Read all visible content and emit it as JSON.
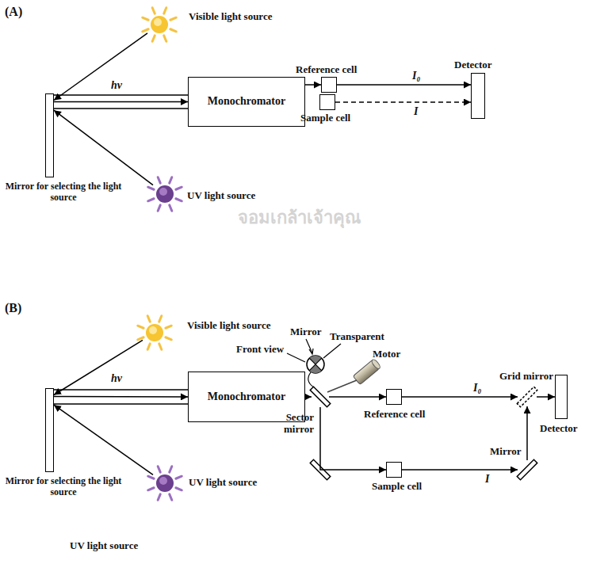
{
  "diagram": {
    "nodes": [
      {
        "text": [
          "Visible light source"
        ]
      },
      {
        "text": [
          "Mirror for selecting the light source"
        ]
      },
      {
        "text": [
          "UV light source"
        ]
      },
      {
        "text": [
          "Monochromator"
        ]
      },
      {
        "text": [
          "Reference cell"
        ]
      },
      {
        "text": [
          "Sample cell"
        ]
      },
      {
        "text": [
          "Detector"
        ]
      },
      {
        "text": [
          "Visible light source"
        ]
      },
      {
        "text": [
          "Mirror for selecting the light source"
        ]
      },
      {
        "text": [
          "UV light source"
        ]
      },
      {
        "text": [
          "Monochromator"
        ]
      },
      {
        "text": [
          "Sector mirror"
        ]
      },
      {
        "text": [
          "Reference cell"
        ]
      },
      {
        "text": [
          "Sample cell"
        ]
      },
      {
        "text": [
          "Mirror"
        ]
      },
      {
        "text": [
          "Grid mirror"
        ]
      },
      {
        "text": [
          "Detector"
        ]
      }
    ],
    "edges": [
      {
        "from": 0,
        "to": 1,
        "arrow": "to"
      },
      {
        "from": 2,
        "to": 1,
        "arrow": "to"
      },
      {
        "from": 1,
        "to": 3,
        "label": "hν",
        "arrow": "to"
      },
      {
        "from": 3,
        "to": 4,
        "arrow": "to"
      },
      {
        "from": 4,
        "to": 6,
        "label": "I₀",
        "arrow": "to"
      },
      {
        "from": 5,
        "to": 6,
        "label": "I",
        "arrow": "to"
      },
      {
        "from": 7,
        "to": 8,
        "arrow": "to"
      },
      {
        "from": 9,
        "to": 8,
        "arrow": "to"
      },
      {
        "from": 8,
        "to": 10,
        "label": "hν",
        "arrow": "to"
      },
      {
        "from": 10,
        "to": 11,
        "arrow": "to"
      },
      {
        "from": 11,
        "to": 12,
        "arrow": "to"
      },
      {
        "from": 12,
        "to": 15,
        "label": "I₀",
        "arrow": "to"
      },
      {
        "from": 11,
        "to": 13,
        "arrow": "to"
      },
      {
        "from": 13,
        "to": 14,
        "label": "I",
        "arrow": "to"
      },
      {
        "from": 14,
        "to": 15,
        "arrow": "to"
      },
      {
        "from": 15,
        "to": 16,
        "arrow": "to"
      }
    ],
    "labels": [
      "(A)",
      "จอมเกล้าเจ้าคุณ",
      "(B)",
      "Mirror",
      "Transparent",
      "Front view",
      "Motor",
      "UV light source"
    ]
  }
}
